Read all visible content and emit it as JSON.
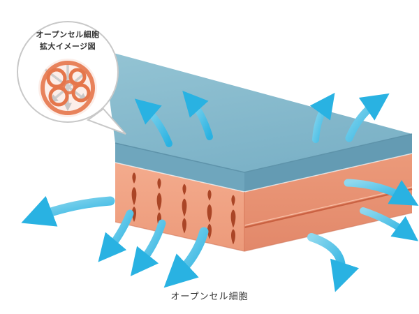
{
  "bubble": {
    "line1": "オープンセル細胞",
    "line2": "拡大イメージ図"
  },
  "caption": "オープンセル細胞",
  "icons": {
    "airflow": "airflow-arrow",
    "cell": "open-cell-structure"
  },
  "colors": {
    "mattress_top": "#7cb2c7",
    "mattress_top_light": "#94c4d4",
    "mattress_edge_left": "#6fa6bd",
    "mattress_edge_right": "#649bb3",
    "foam": "#f4ab8d",
    "foam_dark": "#ec9a7a",
    "foam_deep": "#e2886a",
    "seam": "#c4593a",
    "hole": "#aa4526",
    "arrow": "#29b2e2",
    "arrow_light": "#8fd8ee",
    "cell": "#e5764b",
    "bubble_border": "#c8c8c8",
    "text": "#333333"
  }
}
